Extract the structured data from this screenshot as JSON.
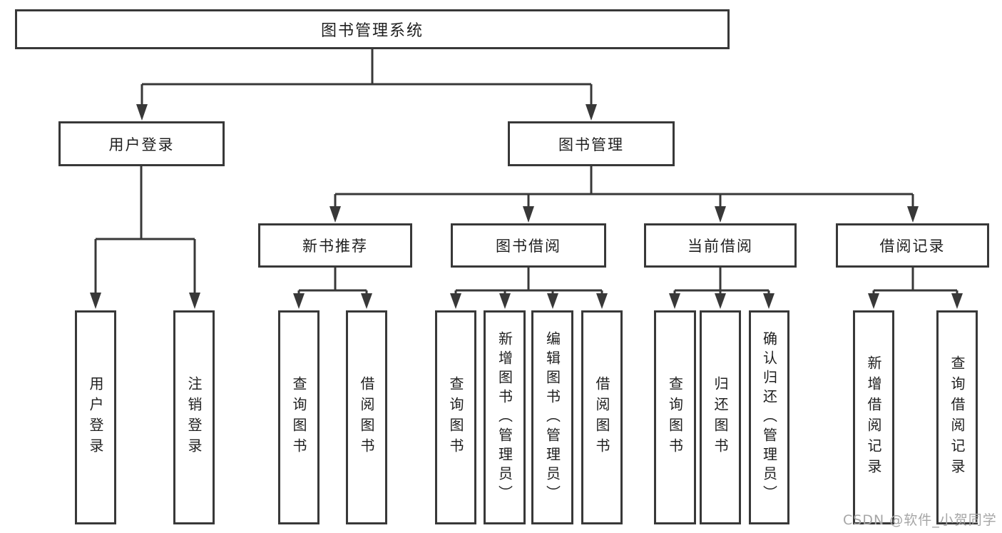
{
  "nodes": {
    "root": "图书管理系统",
    "level2": [
      "用户登录",
      "图书管理"
    ],
    "level3": [
      "新书推荐",
      "图书借阅",
      "当前借阅",
      "借阅记录"
    ],
    "leaves": [
      "用户登录",
      "注销登录",
      "查询图书",
      "借阅图书",
      "查询图书",
      "新增图书（管理员）",
      "编辑图书（管理员）",
      "借阅图书",
      "查询图书",
      "归还图书",
      "确认归还（管理员）",
      "新增借阅记录",
      "查询借阅记录"
    ]
  },
  "watermark": "CSDN @软件_小贺同学",
  "colors": {
    "line": "#383838",
    "text": "#1f1f1f",
    "watermark": "#a6a6a6",
    "background": "#ffffff"
  }
}
